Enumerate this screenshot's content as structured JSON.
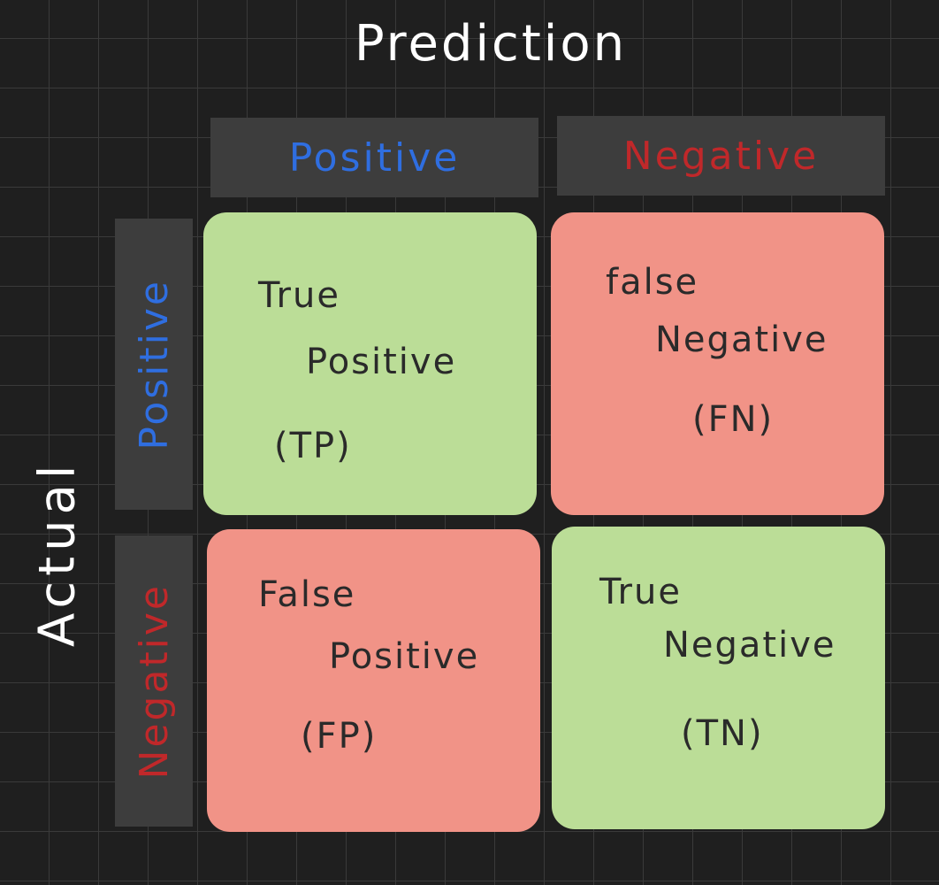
{
  "title": "Prediction",
  "y_axis_label": "Actual",
  "column_headers": [
    {
      "label": "Positive",
      "color": "#2f6ee0"
    },
    {
      "label": "Negative",
      "color": "#c0282a"
    }
  ],
  "row_headers": [
    {
      "label": "Positive",
      "color": "#2f6ee0"
    },
    {
      "label": "Negative",
      "color": "#c0282a"
    }
  ],
  "cells": {
    "tp": {
      "line1": "True",
      "line2": "Positive",
      "line3": "(TP)",
      "color": "#bbdd97"
    },
    "fn": {
      "line1": "false",
      "line2": "Negative",
      "line3": "(FN)",
      "color": "#f19387"
    },
    "fp": {
      "line1": "False",
      "line2": "Positive",
      "line3": "(FP)",
      "color": "#f19387"
    },
    "tn": {
      "line1": "True",
      "line2": "Negative",
      "line3": "(TN)",
      "color": "#bbdd97"
    }
  }
}
